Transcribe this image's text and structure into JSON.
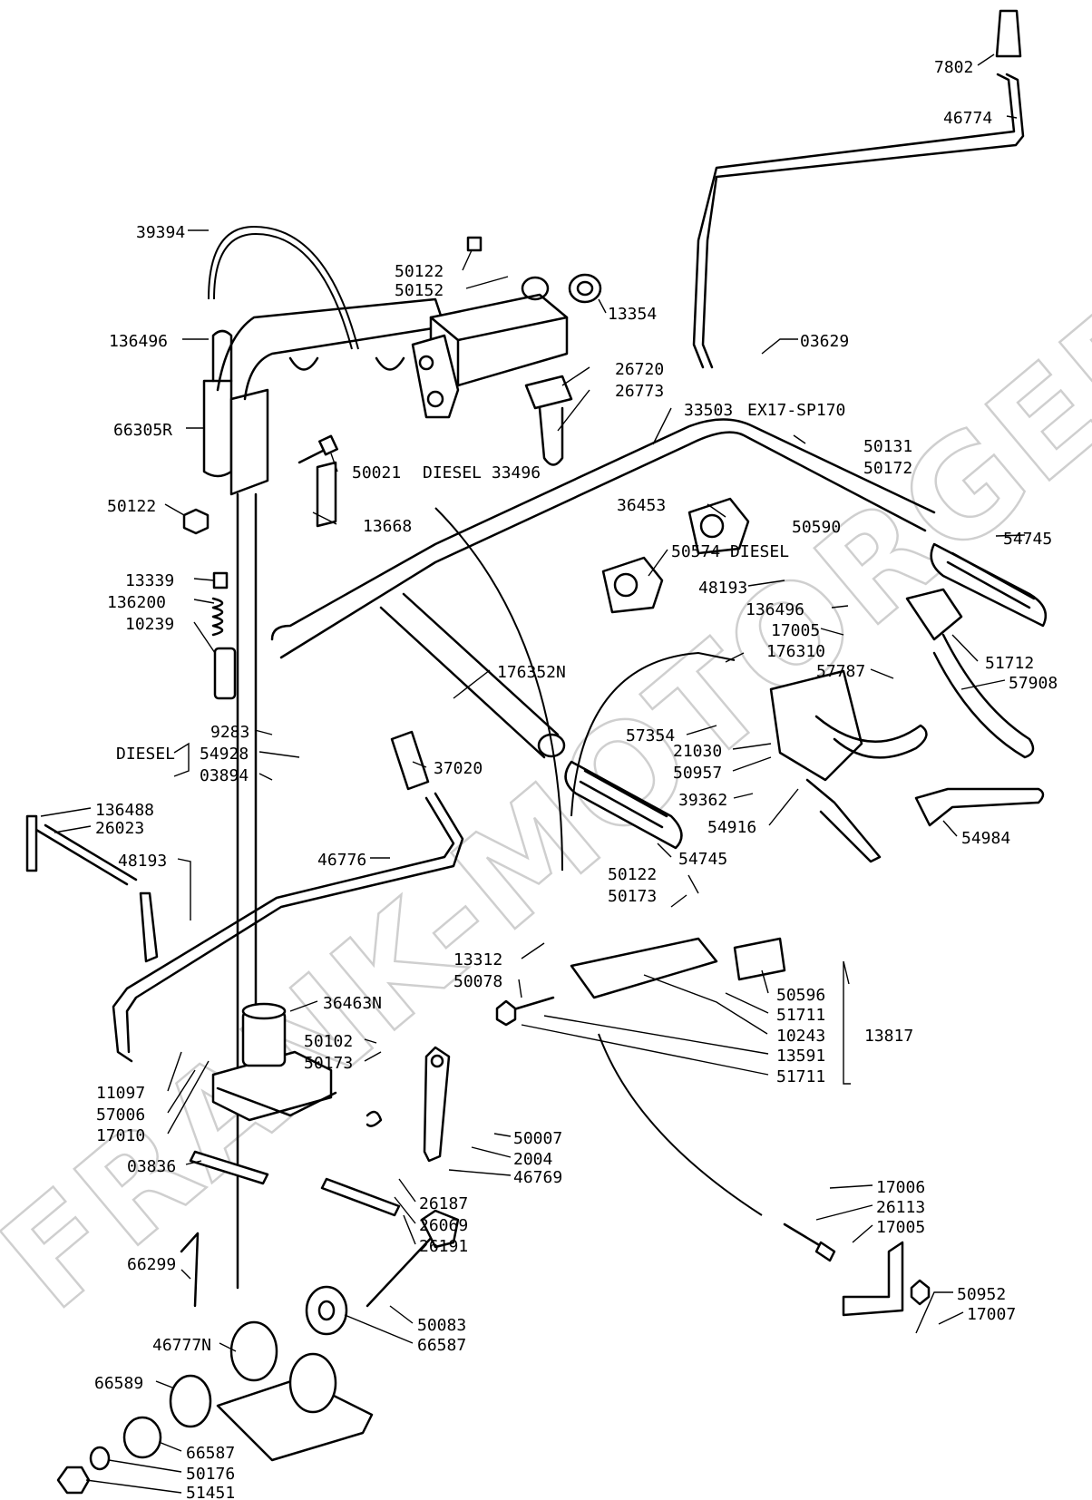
{
  "watermark": "FRANK-MOTORGERAETE",
  "labels": {
    "l7802": "7802",
    "l46774": "46774",
    "l39394": "39394",
    "l50122a": "50122",
    "l50152": "50152",
    "l13354": "13354",
    "l136496a": "136496",
    "l03629": "03629",
    "l26720": "26720",
    "l26773": "26773",
    "l66305R": "66305R",
    "l33503": "33503",
    "lEX17": "EX17-SP170",
    "l50131": "50131",
    "l50172": "50172",
    "l50021": "50021",
    "lDiesel33496": "DIESEL 33496",
    "l50122b": "50122",
    "l13668": "13668",
    "l36453": "36453",
    "l50590": "50590",
    "l54745a": "54745",
    "l50574": "50574 DIESEL",
    "l13339": "13339",
    "l136200": "136200",
    "l10239": "10239",
    "l48193a": "48193",
    "l136496b": "136496",
    "l17005a": "17005",
    "l51712": "51712",
    "l176310": "176310",
    "l176352N": "176352N",
    "l57787": "57787",
    "l57908": "57908",
    "l9283": "9283",
    "lDiesel": "DIESEL",
    "l54928": "54928",
    "l03894": "03894",
    "l57354": "57354",
    "l37020": "37020",
    "l21030": "21030",
    "l50957": "50957",
    "l39362": "39362",
    "l136488": "136488",
    "l26023": "26023",
    "l54916": "54916",
    "l54984": "54984",
    "l54745b": "54745",
    "l48193b": "48193",
    "l46776": "46776",
    "l50122c": "50122",
    "l50173a": "50173",
    "l13312": "13312",
    "l50078": "50078",
    "l50596": "50596",
    "l36463N": "36463N",
    "l51711a": "51711",
    "l10243": "10243",
    "l13817": "13817",
    "l50102": "50102",
    "l13591": "13591",
    "l50173b": "50173",
    "l51711b": "51711",
    "l11097": "11097",
    "l57006": "57006",
    "l17010": "17010",
    "l50007": "50007",
    "l2004": "2004",
    "l46769": "46769",
    "l03836": "03836",
    "l26187": "26187",
    "l26069": "26069",
    "l26191": "26191",
    "l17006": "17006",
    "l26113": "26113",
    "l17005b": "17005",
    "l66299": "66299",
    "l50952": "50952",
    "l17007": "17007",
    "l50083": "50083",
    "l66587a": "66587",
    "l46777N": "46777N",
    "l66589": "66589",
    "l66587b": "66587",
    "l50176": "50176",
    "l51451": "51451"
  }
}
